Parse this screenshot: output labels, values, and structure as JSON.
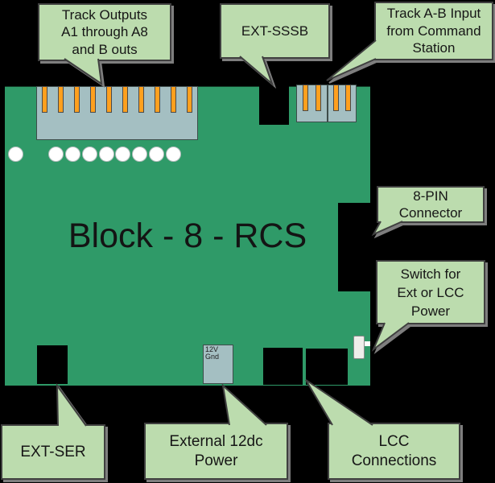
{
  "board": {
    "label": "Block - 8 - RCS",
    "track_connector": {
      "pin_count": 10
    },
    "hole_count": 8,
    "track_input_connector_a": {
      "pin_count": 2
    },
    "track_input_connector_b": {
      "pin_count": 2
    },
    "power_connector": {
      "pin_count": 2,
      "pin1_label": "12V",
      "pin2_label": "Gnd"
    }
  },
  "callouts": {
    "track_outputs": {
      "lines": [
        "Track Outputs",
        "A1 through A8",
        "and B outs"
      ]
    },
    "ext_sssb": {
      "label": "EXT-SSSB"
    },
    "track_ab_input": {
      "lines": [
        "Track A-B Input",
        "from Command",
        "Station"
      ]
    },
    "eight_pin": {
      "lines": [
        "8-PIN",
        "Connector"
      ]
    },
    "power_switch": {
      "lines": [
        "Switch for",
        "Ext or LCC",
        "Power"
      ]
    },
    "ext_ser": {
      "label": "EXT-SER"
    },
    "external_power": {
      "lines": [
        "External 12dc",
        "Power"
      ]
    },
    "lcc": {
      "lines": [
        "LCC",
        "Connections"
      ]
    }
  },
  "colors": {
    "background": "#000000",
    "board_green": "#2f9a68",
    "callout_green": "#bcdcae",
    "callout_border": "#3f3f3f",
    "shadow_gray": "#7e7e7e",
    "connector_gray": "#a4bfc2",
    "pin_orange": "#ffa01e",
    "component_black": "#000000",
    "switch_white": "#eeeeea"
  }
}
